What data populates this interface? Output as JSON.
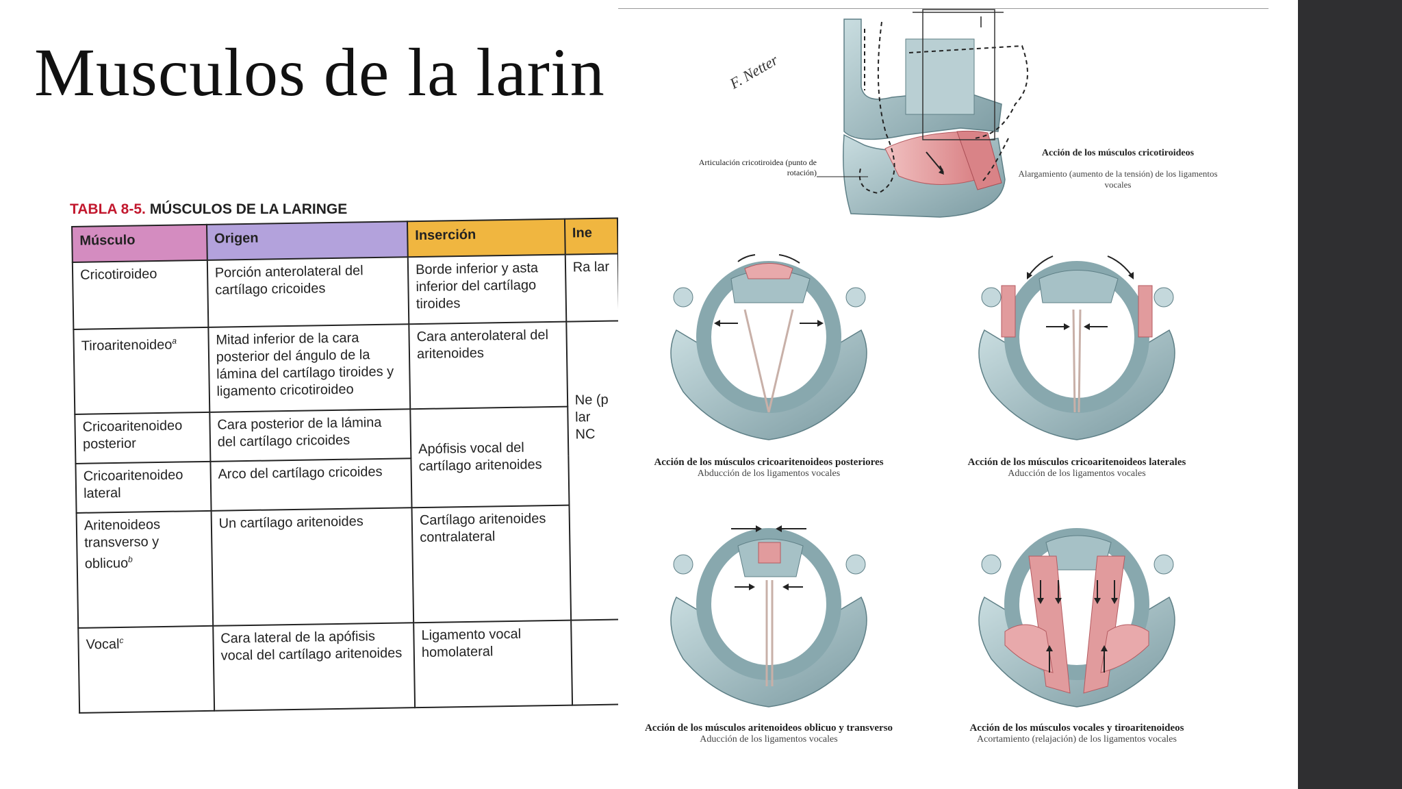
{
  "slide": {
    "title": "Musculos de la larin"
  },
  "tabla": {
    "caption_num": "TABLA 8-5.",
    "caption_text": "MÚSCULOS DE LA LARINGE",
    "headers": [
      "Músculo",
      "Origen",
      "Inserción",
      "Ine"
    ],
    "rows": [
      {
        "musculo": "Cricotiroideo",
        "origen": "Porción anterolateral del cartílago cricoides",
        "insercion": "Borde inferior y asta inferior del cartílago tiroides",
        "inerv": "Ra lar"
      },
      {
        "musculo": "Tiroaritenoideo",
        "musculo_sup": "a",
        "origen": "Mitad inferior de la cara posterior del ángulo de la lámina del cartílago tiroides y ligamento cricotiroideo",
        "insercion": "Cara anterolateral del aritenoides",
        "inerv": ""
      },
      {
        "musculo": "Cricoaritenoideo posterior",
        "origen": "Cara posterior de la lámina del cartílago cricoides",
        "insercion": "Apófisis vocal del cartílago aritenoides",
        "inerv": ""
      },
      {
        "musculo": "Cricoaritenoideo lateral",
        "origen": "Arco del cartílago cricoides",
        "insercion": "",
        "inerv": "Ne (p lar NC"
      },
      {
        "musculo": "Aritenoideos transverso y oblicuo",
        "musculo_sup": "b",
        "origen": "Un cartílago aritenoides",
        "insercion": "Cartílago aritenoides contralateral",
        "inerv": ""
      },
      {
        "musculo": "Vocal",
        "musculo_sup": "c",
        "origen": "Cara lateral de la apófisis vocal del cartílago aritenoides",
        "insercion": "Ligamento vocal homolateral",
        "inerv": ""
      }
    ]
  },
  "figure": {
    "signature": "F. Netter",
    "top": {
      "joint_label": "Articulación cricotiroidea (punto de rotación)",
      "action_title": "Acción de los músculos cricotiroideos",
      "action_sub": "Alargamiento (aumento de la tensión) de los ligamentos vocales"
    },
    "panel1": {
      "title": "Acción de los músculos cricoaritenoideos posteriores",
      "sub": "Abducción de los ligamentos vocales"
    },
    "panel2": {
      "title": "Acción de los músculos cricoaritenoideos laterales",
      "sub": "Aducción de los ligamentos vocales"
    },
    "panel3": {
      "title": "Acción de los músculos aritenoideos oblicuo y transverso",
      "sub": "Aducción de los ligamentos vocales"
    },
    "panel4": {
      "title": "Acción de los músculos vocales y tiroaritenoideos",
      "sub": "Acortamiento (relajación) de los ligamentos vocales"
    }
  },
  "colors": {
    "cartilage": "#a9c3c8",
    "cartilage_dark": "#6f9098",
    "muscle": "#e19b9d",
    "sidebar": "#2f2f31"
  }
}
